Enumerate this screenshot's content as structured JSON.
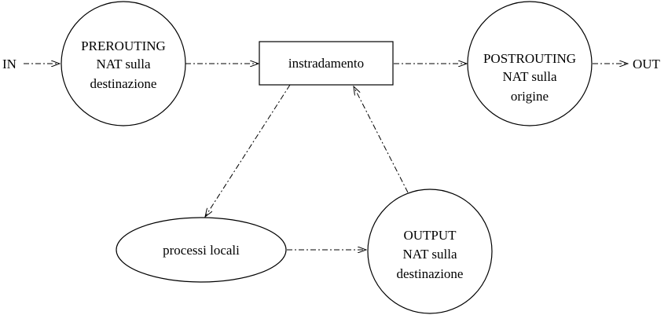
{
  "nodes": {
    "in": {
      "label": "IN"
    },
    "out": {
      "label": "OUT"
    },
    "prerouting": {
      "lines": [
        "PREROUTING",
        "NAT sulla",
        "destinazione"
      ]
    },
    "routing": {
      "label": "instradamento"
    },
    "postrouting": {
      "lines": [
        "POSTROUTING",
        "NAT sulla",
        "origine"
      ]
    },
    "local": {
      "label": "processi locali"
    },
    "output": {
      "lines": [
        "OUTPUT",
        "NAT sulla",
        "destinazione"
      ]
    }
  },
  "colors": {
    "stroke": "#000000",
    "background": "#ffffff"
  }
}
